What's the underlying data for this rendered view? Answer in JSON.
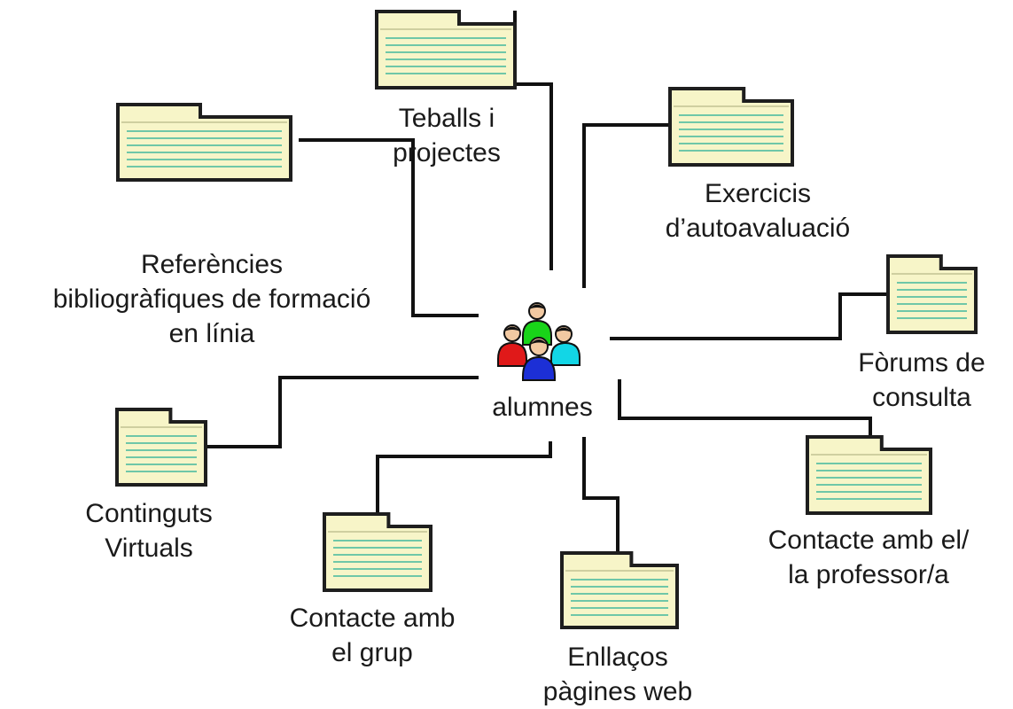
{
  "center": {
    "label": "alumnes",
    "icon": "students-group-icon"
  },
  "nodes": [
    {
      "id": "treballs",
      "lines": [
        "Teballs i",
        "projectes"
      ]
    },
    {
      "id": "exercicis",
      "lines": [
        "Exercicis",
        "d’autoavaluació"
      ]
    },
    {
      "id": "referencies",
      "lines": [
        "Referències",
        "bibliogràfiques de formació",
        "en línia"
      ]
    },
    {
      "id": "forums",
      "lines": [
        "Fòrums de",
        "consulta"
      ]
    },
    {
      "id": "continguts",
      "lines": [
        "Continguts",
        "Virtuals"
      ]
    },
    {
      "id": "contacte-professor",
      "lines": [
        "Contacte amb el/",
        "la professor/a"
      ]
    },
    {
      "id": "contacte-grup",
      "lines": [
        "Contacte amb",
        "el grup"
      ]
    },
    {
      "id": "enllacos",
      "lines": [
        "Enllaços",
        "pàgines web"
      ]
    }
  ],
  "colors": {
    "line": "#111111",
    "folder_fill": "#f7f5c8",
    "folder_border": "#1e1e1e",
    "folder_stripe": "#6fc7a8",
    "person_green": "#19d419",
    "person_red": "#e01919",
    "person_cyan": "#12d6e6",
    "person_blue": "#1c2fd6"
  }
}
